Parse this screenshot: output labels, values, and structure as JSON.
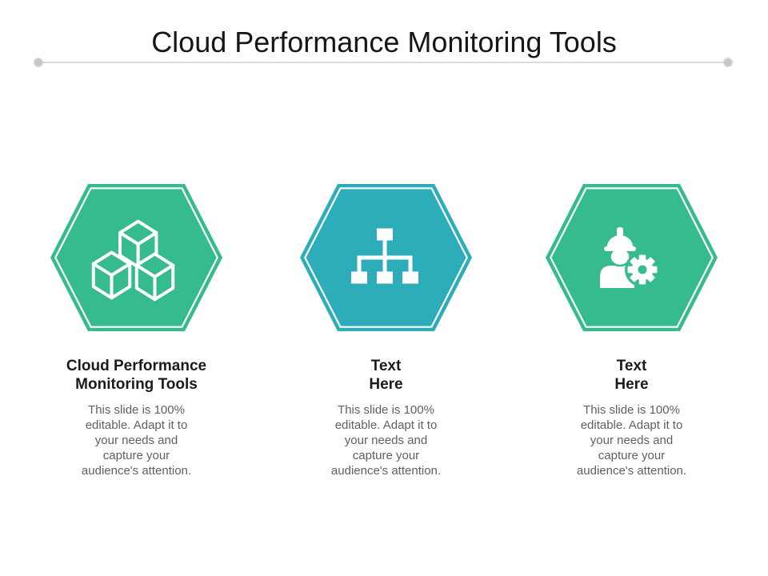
{
  "slide": {
    "title": "Cloud Performance Monitoring Tools",
    "colors": {
      "background": "#ffffff",
      "green": "#36BB8D",
      "teal": "#2DACBA",
      "icon": "#ffffff",
      "title_text": "#161616",
      "heading_text": "#1b1b1b",
      "body_text": "#606060",
      "divider_line": "#dcdcdc",
      "divider_dot": "#c6c6c6"
    }
  },
  "columns": [
    {
      "icon": "cubes-icon",
      "hex_color": "#36BB8D",
      "heading_lines": [
        "Cloud Performance",
        "Monitoring Tools"
      ],
      "body_lines": [
        "This slide is 100%",
        "editable. Adapt it to",
        "your needs and",
        "capture your",
        "audience's attention."
      ]
    },
    {
      "icon": "org-hierarchy-icon",
      "hex_color": "#2DACBA",
      "heading_lines": [
        "Text",
        "Here"
      ],
      "body_lines": [
        "This slide is 100%",
        "editable. Adapt it to",
        "your needs and",
        "capture your",
        "audience's attention."
      ]
    },
    {
      "icon": "engineer-gear-icon",
      "hex_color": "#36BB8D",
      "heading_lines": [
        "Text",
        "Here"
      ],
      "body_lines": [
        "This slide is 100%",
        "editable. Adapt it to",
        "your needs and",
        "capture your",
        "audience's attention."
      ]
    }
  ]
}
